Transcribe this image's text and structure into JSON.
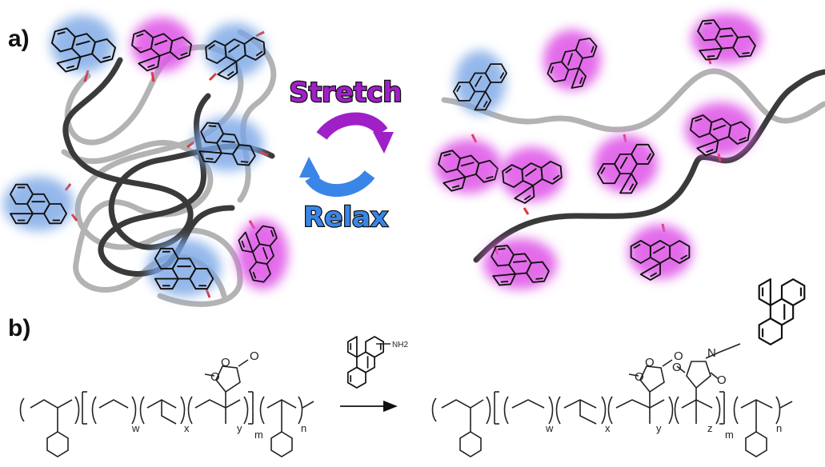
{
  "panel_a": {
    "label": "a)",
    "stretch_label": "Stretch",
    "relax_label": "Relax"
  },
  "panel_b": {
    "label": "b)",
    "reagent_label": "NH2",
    "reactant_subscripts": [
      "w",
      "x",
      "y",
      "m",
      "n"
    ],
    "product_subscripts": [
      "w",
      "x",
      "y",
      "z",
      "m",
      "n"
    ],
    "atom_labels": [
      "O",
      "O",
      "O",
      "N",
      "O",
      "O"
    ]
  },
  "colors": {
    "excimer_glow": "#7aa6e6",
    "monomer_glow": "#e05ce8",
    "stretch_purple": "#a020c8",
    "relax_blue": "#3a86e8",
    "crosslink_red": "#e23030",
    "chain_dark": "#3a3a3a",
    "chain_light": "#b0b0b0"
  }
}
